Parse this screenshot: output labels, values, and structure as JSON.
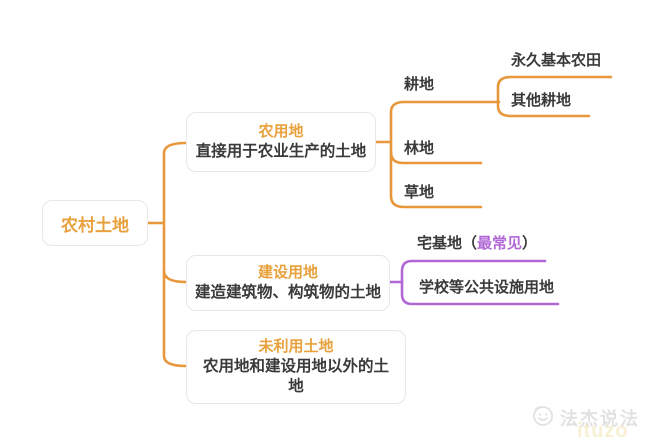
{
  "colors": {
    "branch_orange": "#E8973B",
    "branch_purple": "#B168D6",
    "title_orange": "#E8A13C",
    "text_dark": "#3A3A3A",
    "box_border": "#E7E7E7",
    "watermark_gray": "#E2E2E2"
  },
  "mindmap": {
    "root": {
      "label": "农村土地"
    },
    "branches": [
      {
        "title": "农用地",
        "subtitle": "直接用于农业生产的土地",
        "children": [
          {
            "label": "耕地",
            "children": [
              {
                "label": "永久基本农田"
              },
              {
                "label": "其他耕地"
              }
            ]
          },
          {
            "label": "林地"
          },
          {
            "label": "草地"
          }
        ]
      },
      {
        "title": "建设用地",
        "subtitle": "建造建筑物、构筑物的土地",
        "children": [
          {
            "prefix": "宅基地（",
            "highlight": "最常见",
            "suffix": "）"
          },
          {
            "label": "学校等公共设施用地"
          }
        ]
      },
      {
        "title": "未利用土地",
        "subtitle": "农用地和建设用地以外的土地"
      }
    ]
  },
  "watermark": {
    "brand": "法杰说法",
    "faint_text": "ituzo",
    "icon": "smiley-face-icon"
  }
}
